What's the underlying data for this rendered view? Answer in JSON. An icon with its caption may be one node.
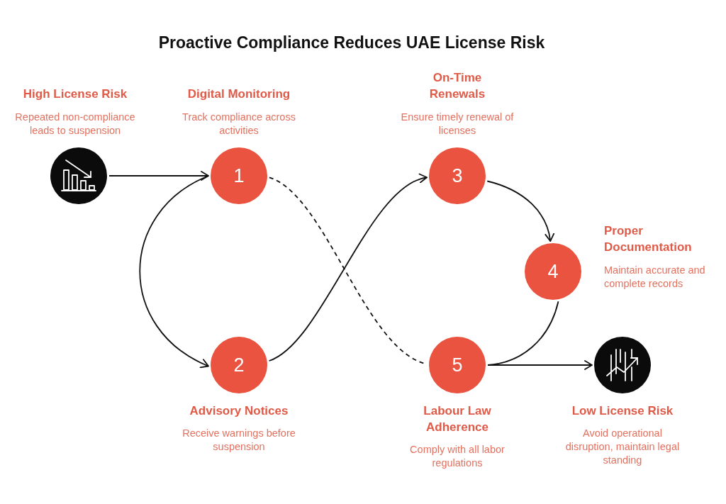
{
  "diagram": {
    "title": "Proactive Compliance Reduces UAE License Risk",
    "nodes": [
      {
        "text": [],
        "shape": "circle",
        "beside": [
          "High License Risk",
          "Repeated non-compliance leads to suspension"
        ]
      },
      {
        "text": [
          "1"
        ],
        "beside": [
          "Digital Monitoring",
          "Track compliance across activities"
        ]
      },
      {
        "text": [
          "2"
        ],
        "beside": [
          "Advisory Notices",
          "Receive warnings before suspension"
        ]
      },
      {
        "text": [
          "3"
        ],
        "beside": [
          "On-Time Renewals",
          "Ensure timely renewal of licenses"
        ]
      },
      {
        "text": [
          "4"
        ],
        "beside": [
          "Proper Documentation",
          "Maintain accurate and complete records"
        ]
      },
      {
        "text": [
          "5"
        ],
        "beside": [
          "Labour Law Adherence",
          "Comply with all labor regulations"
        ]
      },
      {
        "text": [],
        "shape": "circle",
        "beside": [
          "Low License Risk",
          "Avoid operational disruption, maintain legal standing"
        ]
      }
    ],
    "edges": [
      {
        "from": 0,
        "to": 1,
        "arrow": "to"
      },
      {
        "from": 1,
        "to": 2,
        "arrow": "to"
      },
      {
        "from": 2,
        "to": 3,
        "arrow": "to"
      },
      {
        "from": 3,
        "to": 4,
        "arrow": "to"
      },
      {
        "from": 4,
        "to": 5,
        "arrow": "none"
      },
      {
        "from": 5,
        "to": 6,
        "arrow": "to"
      },
      {
        "from": 1,
        "to": 5,
        "arrow": "none",
        "style": "dashed"
      }
    ]
  }
}
